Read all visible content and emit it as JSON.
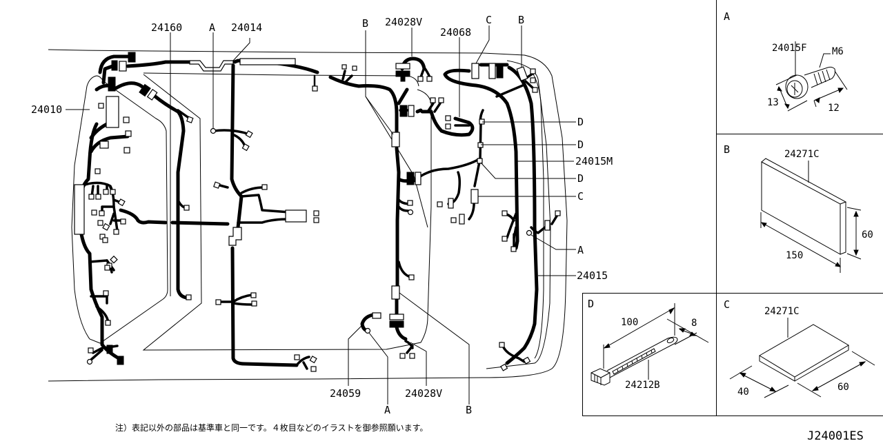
{
  "main_diagram": {
    "callouts": {
      "top_24160": "24160",
      "top_A": "A",
      "top_24014": "24014",
      "top_B1": "B",
      "top_24028V": "24028V",
      "top_24068": "24068",
      "top_C": "C",
      "top_B2": "B",
      "left_24010": "24010",
      "right_D1": "D",
      "right_D2": "D",
      "right_24015M": "24015M",
      "right_D3": "D",
      "right_C": "C",
      "right_A": "A",
      "right_24015": "24015",
      "bottom_24059": "24059",
      "bottom_24028V": "24028V",
      "bottom_A": "A",
      "bottom_B": "B"
    }
  },
  "detail_panels": {
    "A": {
      "title": "A",
      "part_number": "24015F",
      "thread": "M6",
      "dim_head": "13",
      "dim_length": "12"
    },
    "B": {
      "title": "B",
      "part_number": "24271C",
      "dim_length": "150",
      "dim_height": "60"
    },
    "C": {
      "title": "C",
      "part_number": "24271C",
      "dim_width": "40",
      "dim_length": "60"
    },
    "D": {
      "title": "D",
      "part_number": "24212B",
      "dim_length": "100",
      "dim_width": "8"
    }
  },
  "footer": {
    "note": "注）表記以外の部品は基準車と同一です。４枚目などのイラストを御参照願います。",
    "drawing_code": "J24001ES"
  },
  "colors": {
    "ink": "#000000",
    "paper": "#ffffff"
  }
}
